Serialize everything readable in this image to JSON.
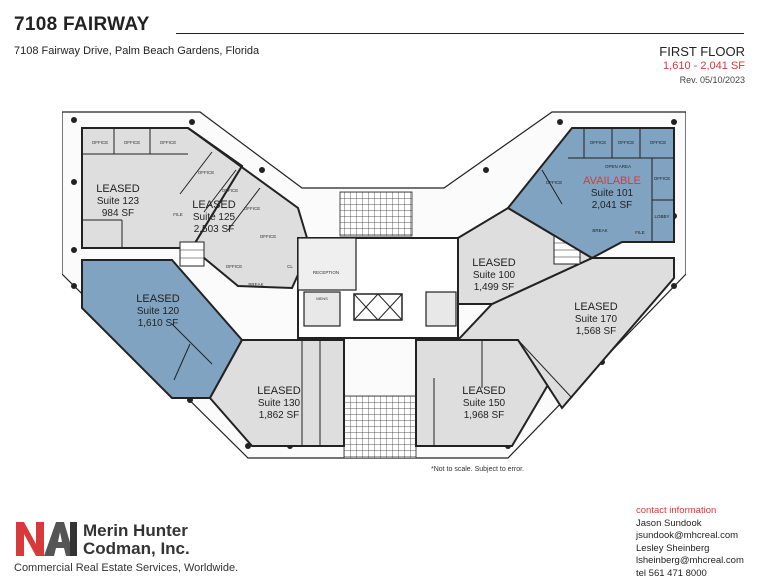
{
  "header": {
    "title": "7108 FAIRWAY",
    "address": "7108 Fairway Drive, Palm Beach Gardens, Florida",
    "floor": "FIRST FLOOR",
    "sf_range": "1,610 - 2,041 SF",
    "revision": "Rev. 05/10/2023"
  },
  "suites": {
    "s123": {
      "status": "LEASED",
      "suite": "Suite 123",
      "sf": "984 SF"
    },
    "s125": {
      "status": "LEASED",
      "suite": "Suite 125",
      "sf": "2,503 SF"
    },
    "s120": {
      "status": "LEASED",
      "suite": "Suite 120",
      "sf": "1,610 SF"
    },
    "s130": {
      "status": "LEASED",
      "suite": "Suite 130",
      "sf": "1,862 SF"
    },
    "s150": {
      "status": "LEASED",
      "suite": "Suite 150",
      "sf": "1,968 SF"
    },
    "s100": {
      "status": "LEASED",
      "suite": "Suite 100",
      "sf": "1,499 SF"
    },
    "s170": {
      "status": "LEASED",
      "suite": "Suite 170",
      "sf": "1,568 SF"
    },
    "s101": {
      "status": "AVAILABLE",
      "suite": "Suite 101",
      "sf": "2,041 SF"
    }
  },
  "room_labels": {
    "office": "OFFICE",
    "reception": "RECEPTION",
    "break": "BREAK",
    "file": "FILE",
    "lobby": "LOBBY",
    "open_area": "OPEN AREA",
    "mens": "MENS",
    "cl": "CL"
  },
  "disclaimer": "*Not to scale.  Subject to error.",
  "brand": {
    "logo_text": "NAI",
    "name_line1": "Merin Hunter",
    "name_line2": "Codman, Inc.",
    "tagline": "Commercial Real Estate Services, Worldwide."
  },
  "contact": {
    "heading": "contact information",
    "lines": [
      "Jason Sundook",
      "jsundook@mhcreal.com",
      "Lesley Sheinberg",
      "lsheinberg@mhcreal.com",
      "tel 561 471 8000"
    ]
  },
  "colors": {
    "available": "#7fa3c1",
    "leased": "#dedede",
    "accent_red": "#d63a3a",
    "wall": "#222222"
  }
}
